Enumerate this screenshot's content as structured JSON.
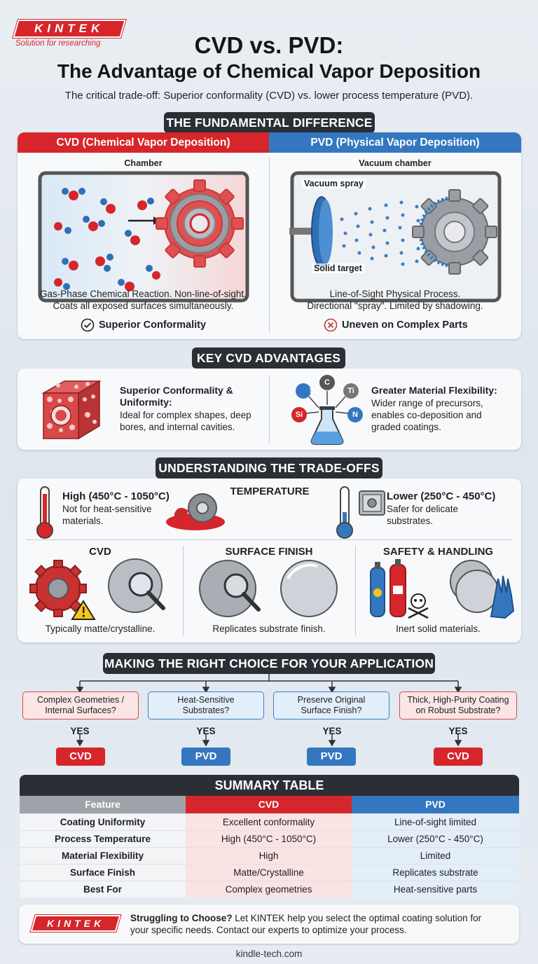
{
  "brand": {
    "name": "KINTEK",
    "tagline": "Solution for researching",
    "color": "#d6262b"
  },
  "title_line1": "CVD vs. PVD:",
  "title_line2": "The Advantage of Chemical Vapor Deposition",
  "subtitle": "The critical trade-off: Superior conformality (CVD) vs. lower process temperature (PVD).",
  "fundamental": {
    "heading": "THE FUNDAMENTAL DIFFERENCE",
    "cvd": {
      "header": "CVD (Chemical Vapor Deposition)",
      "chamber_label": "Chamber",
      "desc_line1": "Gas-Phase Chemical Reaction. Non-line-of-sight.",
      "desc_line2": "Coats all exposed surfaces simultaneously.",
      "badge": "Superior Conformality"
    },
    "pvd": {
      "header": "PVD (Physical Vapor Deposition)",
      "chamber_label": "Vacuum chamber",
      "spray_label": "Vacuum spray",
      "target_label": "Solid target",
      "desc_line1": "Line-of-Sight Physical Process.",
      "desc_line2": "Directional \"spray\". Limited by shadowing.",
      "badge": "Uneven on Complex Parts"
    }
  },
  "advantages": {
    "heading": "KEY CVD ADVANTAGES",
    "items": [
      {
        "title_line1": "Superior Conformality &",
        "title_line2": "Uniformity:",
        "text_line1": "Ideal for complex shapes, deep",
        "text_line2": "bores, and internal cavities."
      },
      {
        "title": "Greater Material Flexibility:",
        "text_line1": "Wider range of precursors,",
        "text_line2": "enables co-deposition and",
        "text_line3": "graded coatings."
      }
    ],
    "element_bubbles": [
      "Si",
      "C",
      "Ti",
      "Si",
      "N"
    ]
  },
  "tradeoffs": {
    "heading": "UNDERSTANDING THE TRADE-OFFS",
    "temperature_label": "TEMPERATURE",
    "cvd_temp": {
      "title": "High (450°C - 1050°C)",
      "line1": "Not for heat-sensitive",
      "line2": "materials."
    },
    "pvd_temp": {
      "title": "Lower (250°C - 450°C)",
      "line1": "Safer for delicate",
      "line2": "substrates."
    },
    "columns": [
      {
        "label": "CVD",
        "caption": "Typically matte/crystalline."
      },
      {
        "label": "SURFACE FINISH",
        "caption": "Replicates substrate finish."
      },
      {
        "label": "SAFETY & HANDLING",
        "caption": "Inert solid materials."
      }
    ]
  },
  "choice": {
    "heading": "MAKING THE RIGHT CHOICE FOR YOUR APPLICATION",
    "items": [
      {
        "line1": "Complex Geometries /",
        "line2": "Internal Surfaces?",
        "yes": "YES",
        "result": "CVD",
        "style": "red"
      },
      {
        "line1": "Heat-Sensitive",
        "line2": "Substrates?",
        "yes": "YES",
        "result": "PVD",
        "style": "blue"
      },
      {
        "line1": "Preserve Original",
        "line2": "Surface Finish?",
        "yes": "YES",
        "result": "PVD",
        "style": "blue"
      },
      {
        "line1": "Thick, High-Purity Coating",
        "line2": "on Robust Substrate?",
        "yes": "YES",
        "result": "CVD",
        "style": "red"
      }
    ]
  },
  "summary": {
    "heading": "SUMMARY TABLE",
    "columns": [
      "Feature",
      "CVD",
      "PVD"
    ],
    "rows": [
      [
        "Coating Uniformity",
        "Excellent conformality",
        "Line-of-sight limited"
      ],
      [
        "Process Temperature",
        "High (450°C - 1050°C)",
        "Lower (250°C - 450°C)"
      ],
      [
        "Material Flexibility",
        "High",
        "Limited"
      ],
      [
        "Surface Finish",
        "Matte/Crystalline",
        "Replicates substrate"
      ],
      [
        "Best For",
        "Complex geometries",
        "Heat-sensitive parts"
      ]
    ]
  },
  "cta": {
    "bold": "Struggling to Choose?",
    "line1_rest": " Let KINTEK help you select the optimal coating solution for",
    "line2": "your specific needs. Contact our experts to optimize your process."
  },
  "footer": "kindle-tech.com",
  "colors": {
    "cvd_red": "#d6262b",
    "pvd_blue": "#3477c0",
    "dark": "#2b2f35"
  }
}
